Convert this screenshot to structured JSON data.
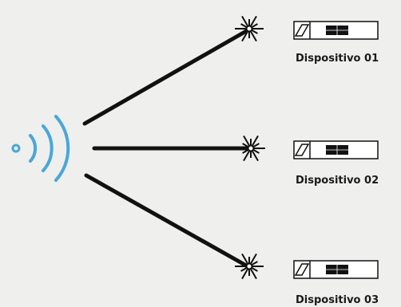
{
  "colors": {
    "wifi": "#4aa7d9",
    "ray": "#111111",
    "background": "#efefee"
  },
  "icons": {
    "source": "wifi-signal-icon",
    "burst": "starburst-icon",
    "device": "usb-device-icon"
  },
  "devices": [
    {
      "label": "Dispositivo 01"
    },
    {
      "label": "Dispositivo 02"
    },
    {
      "label": "Dispositivo 03"
    }
  ]
}
